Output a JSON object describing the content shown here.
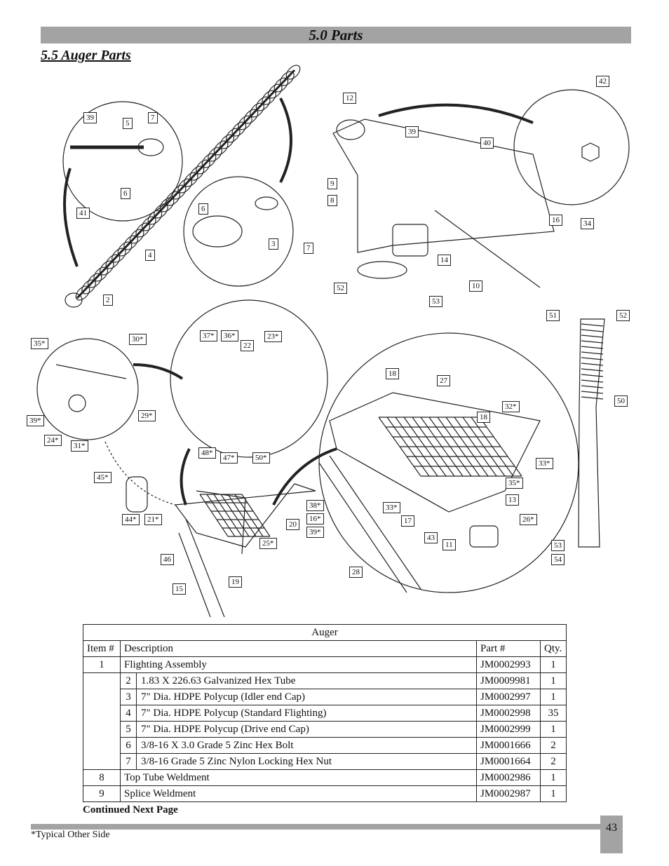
{
  "header": {
    "section_title": "5.0 Parts",
    "subsection_title": "5.5 Auger Parts"
  },
  "callouts": [
    "39",
    "5",
    "7",
    "6",
    "41",
    "6",
    "3",
    "7",
    "4",
    "2",
    "12",
    "39",
    "40",
    "42",
    "9",
    "8",
    "16",
    "34",
    "14",
    "52",
    "53",
    "10",
    "51",
    "52",
    "50",
    "53",
    "54",
    "35*",
    "30*",
    "39*",
    "29*",
    "24*",
    "31*",
    "37*",
    "36*",
    "23*",
    "22",
    "48*",
    "47*",
    "50*",
    "18",
    "27",
    "18",
    "32*",
    "33*",
    "35*",
    "13",
    "26*",
    "33*",
    "17",
    "43",
    "11",
    "28",
    "45*",
    "44*",
    "21*",
    "20",
    "38*",
    "16*",
    "39*",
    "25*",
    "46",
    "19",
    "15"
  ],
  "table": {
    "caption": "Auger",
    "headers": [
      "Item #",
      "Description",
      "Part #",
      "Qty."
    ],
    "rows": [
      {
        "item": "1",
        "sub": "",
        "desc": "Flighting Assembly",
        "part": "JM0002993",
        "qty": "1"
      },
      {
        "item": "",
        "sub": "2",
        "desc": "1.83 X 226.63 Galvanized Hex Tube",
        "part": "JM0009981",
        "qty": "1"
      },
      {
        "item": "",
        "sub": "3",
        "desc": "7\" Dia. HDPE Polycup (Idler end Cap)",
        "part": "JM0002997",
        "qty": "1"
      },
      {
        "item": "",
        "sub": "4",
        "desc": "7\" Dia. HDPE Polycup (Standard Flighting)",
        "part": "JM0002998",
        "qty": "35"
      },
      {
        "item": "",
        "sub": "5",
        "desc": "7\" Dia. HDPE Polycup (Drive end Cap)",
        "part": "JM0002999",
        "qty": "1"
      },
      {
        "item": "",
        "sub": "6",
        "desc": "3/8-16 X 3.0 Grade 5 Zinc Hex Bolt",
        "part": "JM0001666",
        "qty": "2"
      },
      {
        "item": "",
        "sub": "7",
        "desc": "3/8-16 Grade 5 Zinc Nylon Locking Hex Nut",
        "part": "JM0001664",
        "qty": "2"
      },
      {
        "item": "8",
        "sub": "",
        "desc": "Top Tube Weldment",
        "part": "JM0002986",
        "qty": "1"
      },
      {
        "item": "9",
        "sub": "",
        "desc": "Splice Weldment",
        "part": "JM0002987",
        "qty": "1"
      }
    ]
  },
  "continued_note": "Continued Next Page",
  "footer": {
    "footnote": "*Typical Other Side",
    "page_number": "43"
  }
}
